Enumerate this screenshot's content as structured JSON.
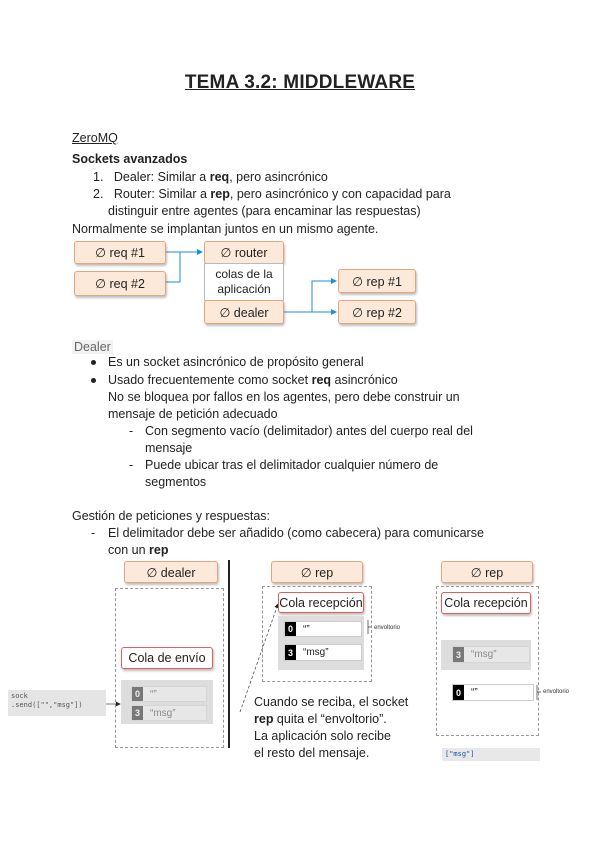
{
  "title": "TEMA 3.2: MIDDLEWARE",
  "zeromq": "ZeroMQ",
  "sockets_heading": "Sockets avanzados",
  "dealer_item": {
    "num": "1.",
    "pre": "Dealer: Similar a ",
    "bold": "req",
    "post": ", pero asincrónico"
  },
  "router_item": {
    "num": "2.",
    "pre": "Router: Similar a ",
    "bold": "rep",
    "post": ", pero asincrónico y con capacidad para",
    "line2": "distinguir entre agentes (para encaminar las respuestas)"
  },
  "normalmente": "Normalmente se implantan juntos en un mismo agente.",
  "diagram1": {
    "req1": "∅ req #1",
    "req2": "∅ req #2",
    "router": "∅ router",
    "colas": "colas de la aplicación",
    "dealer": "∅ dealer",
    "rep1": "∅ rep #1",
    "rep2": "∅ rep #2"
  },
  "dealer_heading": "Dealer",
  "dealer_b1": "Es un socket asincrónico de propósito general",
  "dealer_b2": {
    "pre": "Usado frecuentemente como socket ",
    "bold": "req",
    "post": " asincrónico"
  },
  "dealer_b2_cont1": "No se bloquea por fallos en los agentes, pero debe construir un",
  "dealer_b2_cont2": "mensaje de petición adecuado",
  "sub1_l1": "Con segmento vacío (delimitador) antes del cuerpo real del",
  "sub1_l2": "mensaje",
  "sub2_l1": "Puede ubicar tras el delimitador cualquier número de",
  "sub2_l2": "segmentos",
  "gestion": "Gestión de peticiones y respuestas:",
  "gestion_b1_l1": "El delimitador debe ser añadido (como cabecera) para comunicarse",
  "gestion_b1_l2_pre": "con un ",
  "gestion_b1_l2_bold": "rep",
  "diagram2": {
    "dealer": "∅ dealer",
    "rep_a": "∅ rep",
    "rep_b": "∅ rep",
    "cola_envio": "Cola de envío",
    "cola_recepcion_a": "Cola recepción",
    "cola_recepcion_b": "Cola recepción",
    "n0": "0",
    "n3": "3",
    "empty_msg": "“”",
    "msg": "“msg”",
    "code_l1": "sock",
    "code_l2": ".send([\"\",\"msg\"])",
    "delimiter_label": "envoltorio",
    "result": "[\"msg\"]",
    "note_l1": "Cuando se reciba, el socket",
    "note_l2_bold": "rep",
    "note_l2_post": " quita el “envoltorio”.",
    "note_l3": "La aplicación solo recibe",
    "note_l4": "el resto del mensaje."
  }
}
